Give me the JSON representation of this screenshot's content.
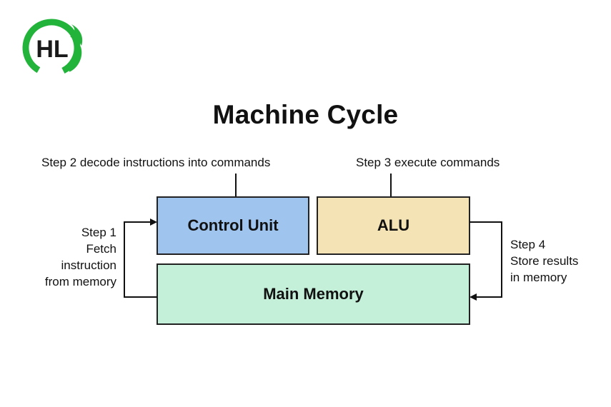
{
  "logo": {
    "text": "HL",
    "color": "#22b33a"
  },
  "title": "Machine Cycle",
  "steps": {
    "step2": "Step 2 decode instructions into commands",
    "step3": "Step 3 execute commands",
    "step1": [
      "Step 1",
      "Fetch",
      "instruction",
      "from memory"
    ],
    "step4": [
      "Step 4",
      "Store results",
      "in memory"
    ]
  },
  "boxes": {
    "control_unit": {
      "label": "Control Unit",
      "color": "#9fc5ef"
    },
    "alu": {
      "label": "ALU",
      "color": "#f4e3b5"
    },
    "main_memory": {
      "label": "Main Memory",
      "color": "#c4efd9"
    }
  }
}
